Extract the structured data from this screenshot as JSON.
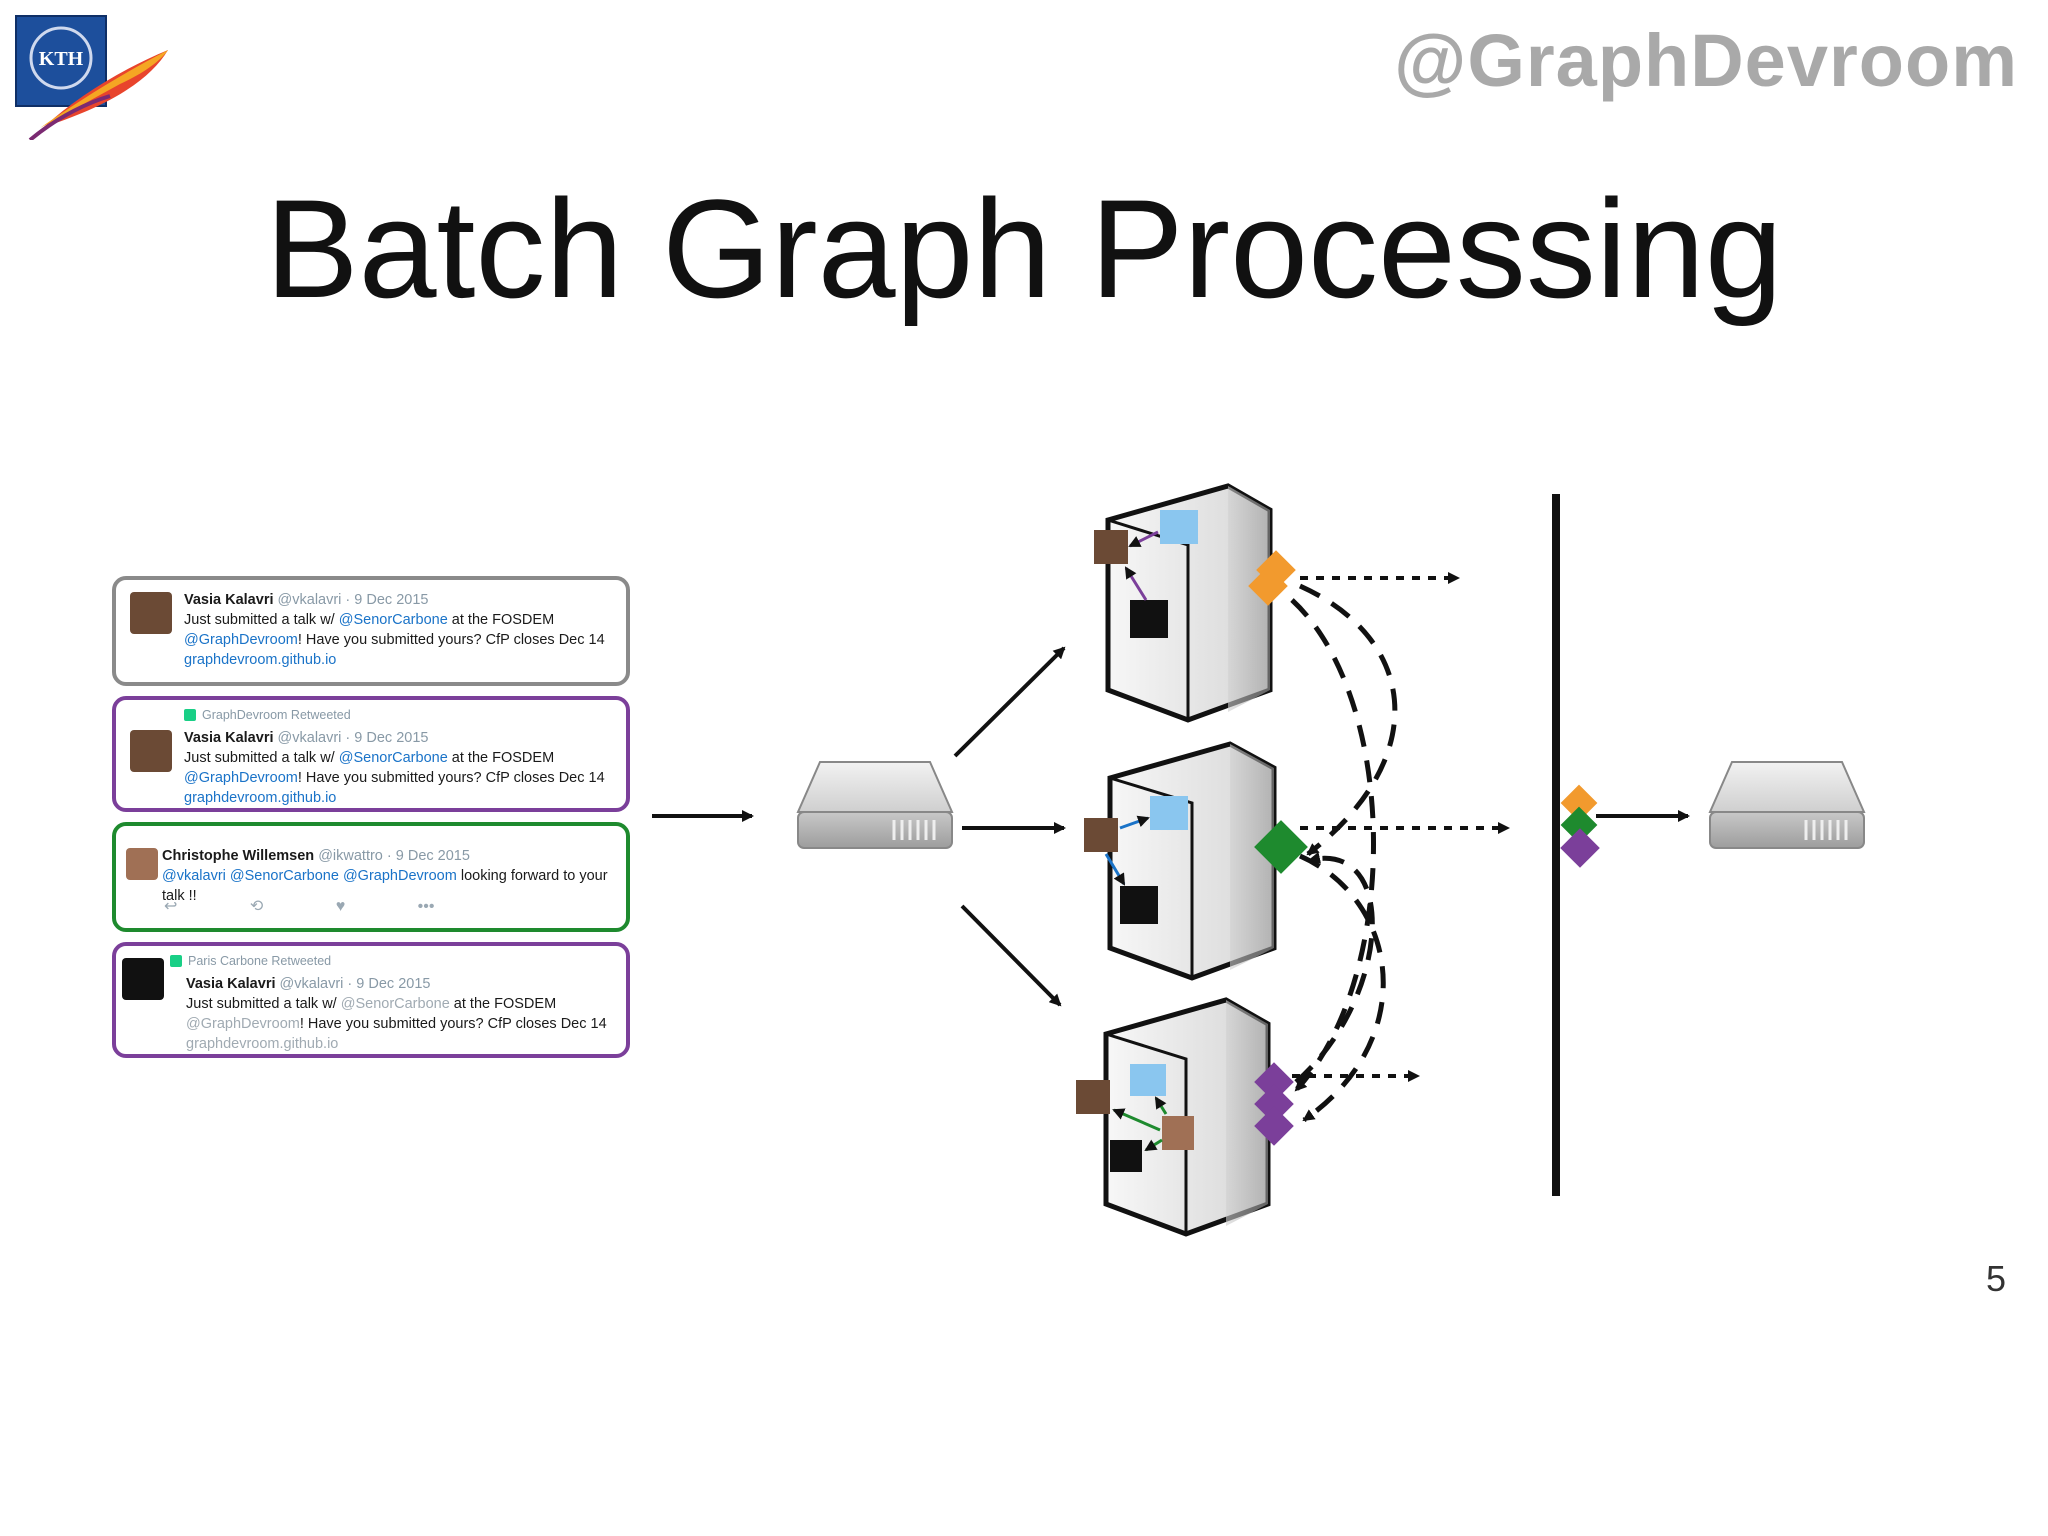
{
  "slide": {
    "handle": "@GraphDevroom",
    "title": "Batch Graph Processing",
    "page_number": "5",
    "logo": "KTH / Apache feather logo"
  },
  "tweets": [
    {
      "border_color": "#8a8a8a",
      "retweeted_by": "",
      "name": "Vasia Kalavri",
      "handle_date": "@vkalavri · 9 Dec 2015",
      "line1_a": "Just submitted a talk w/ ",
      "line1_b": "@SenorCarbone",
      "line1_c": " at the FOSDEM",
      "line2_a": "@GraphDevroom",
      "line2_b": "! Have you submitted yours? CfP closes Dec 14",
      "line3": "graphdevroom.github.io"
    },
    {
      "border_color": "#7b3f9a",
      "retweeted_by": "GraphDevroom Retweeted",
      "name": "Vasia Kalavri",
      "handle_date": "@vkalavri · 9 Dec 2015",
      "line1_a": "Just submitted a talk w/ ",
      "line1_b": "@SenorCarbone",
      "line1_c": " at the FOSDEM",
      "line2_a": "@GraphDevroom",
      "line2_b": "! Have you submitted yours? CfP closes Dec 14",
      "line3": "graphdevroom.github.io"
    },
    {
      "border_color": "#1e8a2e",
      "retweeted_by": "",
      "name": "Christophe Willemsen",
      "handle_date": "@ikwattro · 9 Dec 2015",
      "line1_a": "@vkalavri @SenorCarbone @GraphDevroom",
      "line1_b": " looking forward to your talk !!",
      "actions": [
        "↩",
        "⟲",
        "♥",
        "•••"
      ]
    },
    {
      "border_color": "#7b3f9a",
      "retweeted_by": "Paris Carbone Retweeted",
      "name": "Vasia Kalavri",
      "handle_date": "@vkalavri · 9 Dec 2015",
      "line1_a": "Just submitted a talk w/ ",
      "line1_b": "@SenorCarbone",
      "line1_c": " at the FOSDEM",
      "line2_a": "@GraphDevroom",
      "line2_b": "! Have you submitted yours? CfP closes Dec 14",
      "line3": "graphdevroom.github.io"
    }
  ],
  "colors": {
    "orange": "#f29a2e",
    "green": "#1e8a2e",
    "purple": "#7b3f9a",
    "arrow": "#111111"
  }
}
